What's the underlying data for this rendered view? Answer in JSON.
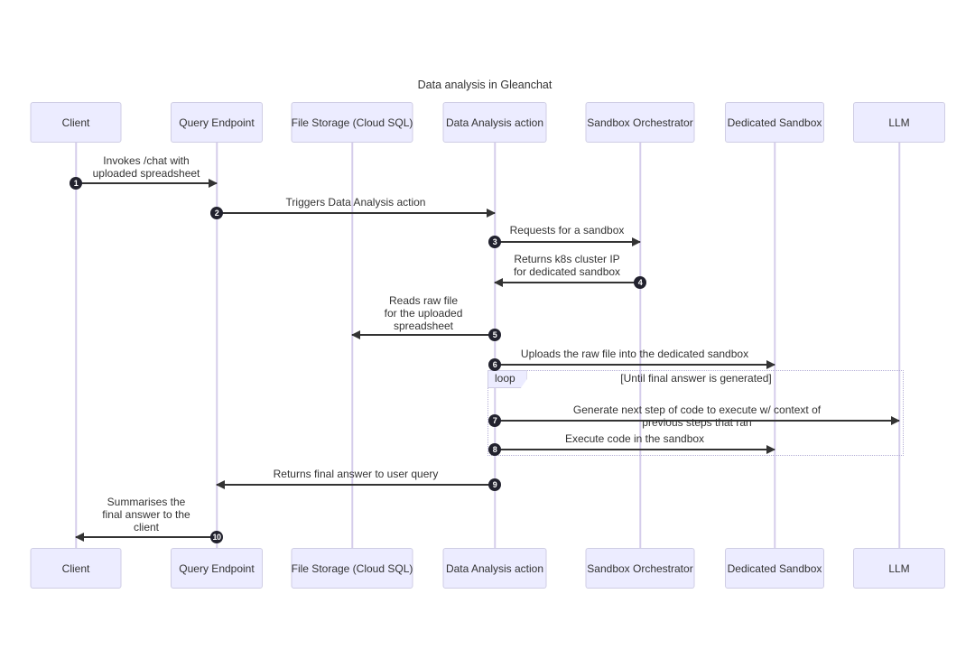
{
  "title": "Data analysis in Gleanchat",
  "diagram": {
    "type": "sequence",
    "actors": [
      "Client",
      "Query Endpoint",
      "File Storage (Cloud SQL)",
      "Data Analysis action",
      "Sandbox Orchestrator",
      "Dedicated Sandbox",
      "LLM"
    ],
    "messages": [
      {
        "seq": 1,
        "from": "Client",
        "to": "Query Endpoint",
        "label": "Invokes /chat with\nuploaded spreadsheet"
      },
      {
        "seq": 2,
        "from": "Query Endpoint",
        "to": "Data Analysis action",
        "label": "Triggers Data Analysis action"
      },
      {
        "seq": 3,
        "from": "Data Analysis action",
        "to": "Sandbox Orchestrator",
        "label": "Requests for a sandbox"
      },
      {
        "seq": 4,
        "from": "Sandbox Orchestrator",
        "to": "Data Analysis action",
        "label": "Returns k8s cluster IP\nfor dedicated sandbox"
      },
      {
        "seq": 5,
        "from": "Data Analysis action",
        "to": "File Storage (Cloud SQL)",
        "label": "Reads raw file\nfor the uploaded\nspreadsheet"
      },
      {
        "seq": 6,
        "from": "Data Analysis action",
        "to": "Dedicated Sandbox",
        "label": "Uploads the raw file into the dedicated sandbox"
      },
      {
        "seq": 7,
        "from": "Data Analysis action",
        "to": "LLM",
        "label": "Generate next step of code to execute w/ context of previous steps that ran",
        "in_loop": true
      },
      {
        "seq": 8,
        "from": "Data Analysis action",
        "to": "Dedicated Sandbox",
        "label": "Execute code in the sandbox",
        "in_loop": true
      },
      {
        "seq": 9,
        "from": "Data Analysis action",
        "to": "Query Endpoint",
        "label": "Returns final answer to user query"
      },
      {
        "seq": 10,
        "from": "Query Endpoint",
        "to": "Client",
        "label": "Summarises the\nfinal answer to the\nclient"
      }
    ],
    "loop": {
      "label": "loop",
      "condition": "[Until final answer is generated]",
      "contains_messages": [
        7,
        8
      ]
    }
  },
  "colors": {
    "actor_fill": "#ECECFF",
    "actor_border": "#cfcde4",
    "lifeline": "#d5cdeb",
    "signal": "#333333",
    "sequence_number_fill": "#22222e",
    "sequence_number_text": "#ffffff",
    "loop_border": "#b4aed6",
    "text": "#333333",
    "background": "#ffffff"
  }
}
